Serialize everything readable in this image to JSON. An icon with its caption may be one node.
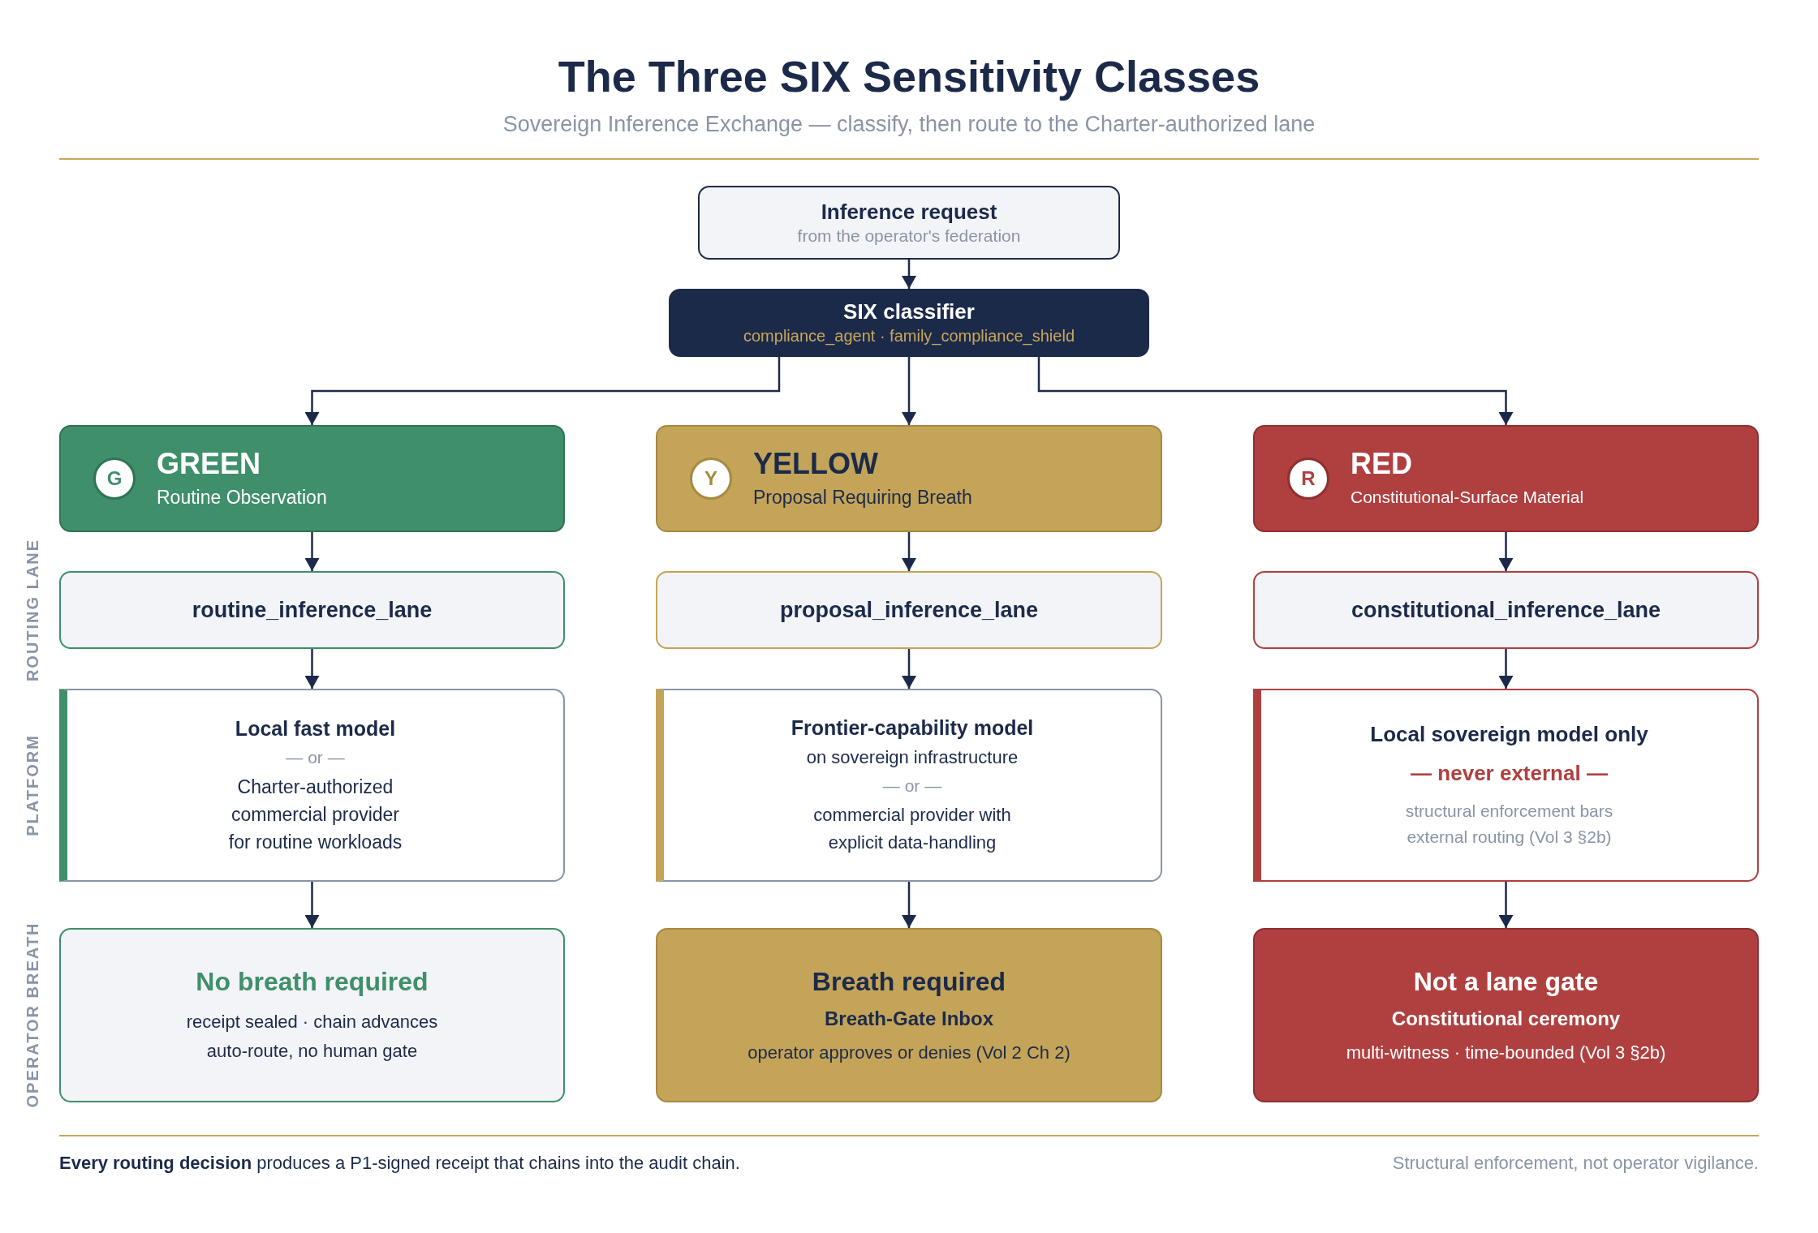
{
  "diagram": {
    "title": "The Three SIX Sensitivity Classes",
    "nodes": [
      {
        "text": [
          "Inference request",
          "from the operator's federation"
        ]
      },
      {
        "text": [
          "SIX classifier",
          "compliance_agent · family_compliance_shield"
        ]
      },
      {
        "text": [
          "GREEN",
          "Routine Observation"
        ]
      },
      {
        "text": [
          "G"
        ],
        "in": 2
      },
      {
        "text": [
          "YELLOW",
          "Proposal Requiring Breath"
        ]
      },
      {
        "text": [
          "Y"
        ],
        "in": 4
      },
      {
        "text": [
          "RED",
          "Constitutional-Surface Material"
        ]
      },
      {
        "text": [
          "R"
        ],
        "in": 6
      },
      {
        "text": [
          "routine_inference_lane"
        ]
      },
      {
        "text": [
          "proposal_inference_lane"
        ]
      },
      {
        "text": [
          "constitutional_inference_lane"
        ]
      },
      {
        "text": [
          "Local fast model",
          "— or —",
          "Charter-authorized commercial provider for routine workloads"
        ]
      },
      {
        "text": [
          "Frontier-capability model",
          "on sovereign infrastructure",
          "— or —",
          "commercial provider with explicit data-handling"
        ]
      },
      {
        "text": [
          "Local sovereign model only",
          "— never external —",
          "structural enforcement bars external routing (Vol 3 §2b)"
        ]
      },
      {
        "text": [
          "No breath required",
          "receipt sealed · chain advances",
          "auto-route, no human gate"
        ]
      },
      {
        "text": [
          "Breath required",
          "Breath-Gate Inbox",
          "operator approves or denies (Vol 2 Ch 2)"
        ]
      },
      {
        "text": [
          "Not a lane gate",
          "Constitutional ceremony",
          "multi-witness · time-bounded (Vol 3 §2b)"
        ]
      }
    ],
    "edges": [
      {
        "from": 0,
        "to": 1,
        "arrow": "to"
      },
      {
        "from": 1,
        "to": 2,
        "arrow": "to"
      },
      {
        "from": 1,
        "to": 4,
        "arrow": "to"
      },
      {
        "from": 1,
        "to": 6,
        "arrow": "to"
      },
      {
        "from": 2,
        "to": 8,
        "arrow": "to"
      },
      {
        "from": 4,
        "to": 9,
        "arrow": "to"
      },
      {
        "from": 6,
        "to": 10,
        "arrow": "to"
      },
      {
        "from": 8,
        "to": 11,
        "arrow": "to"
      },
      {
        "from": 9,
        "to": 12,
        "arrow": "to"
      },
      {
        "from": 10,
        "to": 13,
        "arrow": "to"
      },
      {
        "from": 11,
        "to": 14,
        "arrow": "to"
      },
      {
        "from": 12,
        "to": 15,
        "arrow": "to"
      },
      {
        "from": 13,
        "to": 16,
        "arrow": "to"
      }
    ],
    "labels": [
      "Sovereign Inference Exchange — classify, then route to the Charter-authorized lane",
      "ROUTING LANE",
      "PLATFORM",
      "OPERATOR BREATH",
      "**Every routing decision** produces a P1-signed receipt that chains into the audit chain.",
      "Structural enforcement, not operator vigilance."
    ]
  }
}
